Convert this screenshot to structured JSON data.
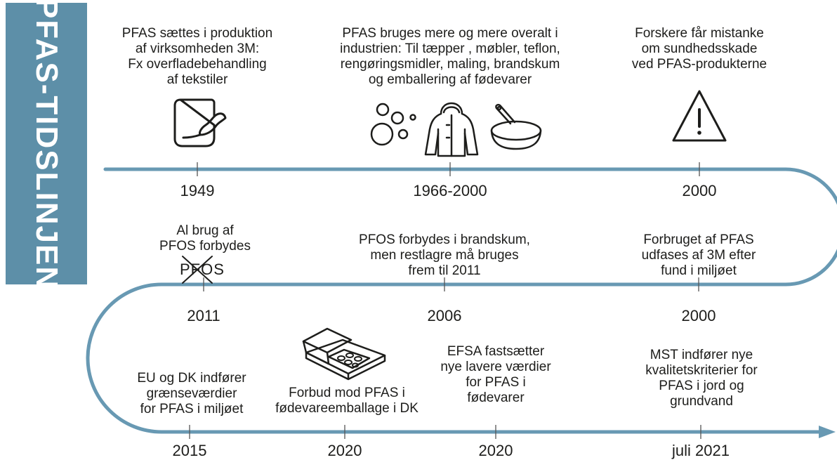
{
  "sidebar": {
    "title": "PFAS-TIDSLINJEN"
  },
  "colors": {
    "timeline": "#6899b3",
    "sidebar": "#5d8fa8",
    "text": "#1d1d1b"
  },
  "rows": {
    "top": [
      {
        "year": "1949",
        "text": "PFAS sættes i produktion\naf virksomheden 3M:\nFx overfladebehandling\naf tekstiler",
        "icon": "peeling-fabric-icon"
      },
      {
        "year": "1966-2000",
        "text": "PFAS bruges mere og mere overalt i\nindustrien: Til tæpper , møbler, teflon,\nrengøringsmidler, maling, brandskum\nog emballering af fødevarer",
        "icons": [
          "bubbles-icon",
          "raincoat-icon",
          "frying-pan-icon"
        ]
      },
      {
        "year": "2000",
        "text": "Forskere får mistanke\nom sundhedsskade\nved PFAS-produkterne",
        "icon": "warning-icon"
      }
    ],
    "middle": [
      {
        "year": "2011",
        "text": "Al brug af\nPFOS forbydes",
        "icon_label": "PFOS",
        "icon": "crossed-out-icon"
      },
      {
        "year": "2006",
        "text": "PFOS forbydes i brandskum,\nmen restlagre må bruges\nfrem til 2011"
      },
      {
        "year": "2000",
        "text": "Forbruget af PFAS\nudfases af 3M efter\nfund i miljøet"
      }
    ],
    "bottom": [
      {
        "year": "2015",
        "text": "EU og DK indfører\ngrænseværdier\nfor PFAS i miljøet"
      },
      {
        "year": "2020",
        "text": "Forbud mod  PFAS i\nfødevareemballage i DK",
        "icon": "pizza-box-icon"
      },
      {
        "year": "2020",
        "text": "EFSA fastsætter\nnye lavere værdier\nfor PFAS i\nfødevarer"
      },
      {
        "year": "juli 2021",
        "text": "MST indfører nye\nkvalitetskriterier for\nPFAS i jord og\ngrundvand"
      }
    ]
  }
}
